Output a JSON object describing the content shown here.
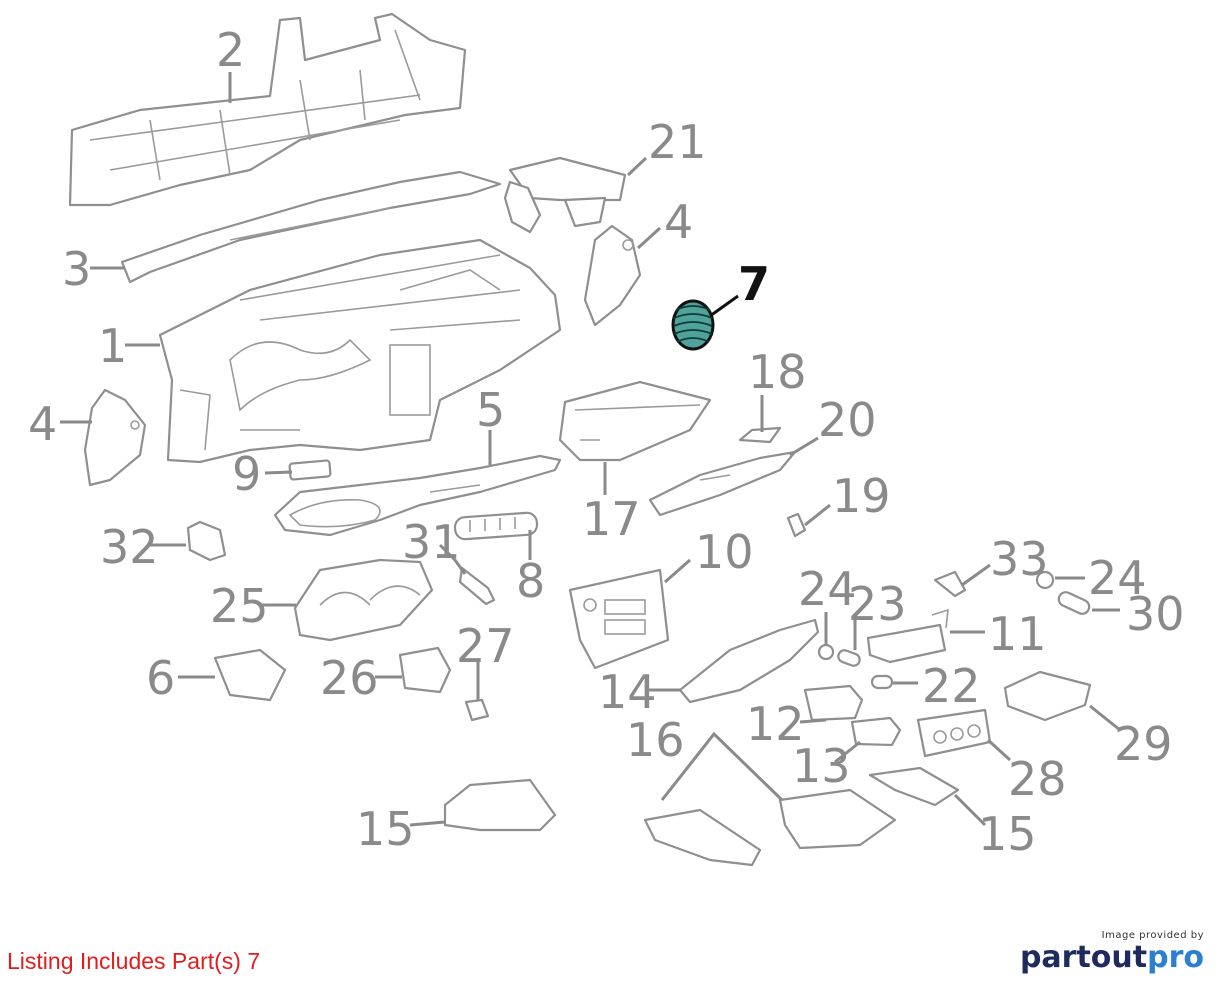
{
  "callouts": [
    {
      "id": "c2",
      "label": "2",
      "highlighted": false
    },
    {
      "id": "c21",
      "label": "21",
      "highlighted": false
    },
    {
      "id": "c4a",
      "label": "4",
      "highlighted": false
    },
    {
      "id": "c7",
      "label": "7",
      "highlighted": true
    },
    {
      "id": "c3",
      "label": "3",
      "highlighted": false
    },
    {
      "id": "c1",
      "label": "1",
      "highlighted": false
    },
    {
      "id": "c18",
      "label": "18",
      "highlighted": false
    },
    {
      "id": "c4b",
      "label": "4",
      "highlighted": false
    },
    {
      "id": "c5",
      "label": "5",
      "highlighted": false
    },
    {
      "id": "c20",
      "label": "20",
      "highlighted": false
    },
    {
      "id": "c9",
      "label": "9",
      "highlighted": false
    },
    {
      "id": "c17",
      "label": "17",
      "highlighted": false
    },
    {
      "id": "c19",
      "label": "19",
      "highlighted": false
    },
    {
      "id": "c32",
      "label": "32",
      "highlighted": false
    },
    {
      "id": "c31",
      "label": "31",
      "highlighted": false
    },
    {
      "id": "c10",
      "label": "10",
      "highlighted": false
    },
    {
      "id": "c33",
      "label": "33",
      "highlighted": false
    },
    {
      "id": "c8",
      "label": "8",
      "highlighted": false
    },
    {
      "id": "c24a",
      "label": "24",
      "highlighted": false
    },
    {
      "id": "c24b",
      "label": "24",
      "highlighted": false
    },
    {
      "id": "c25",
      "label": "25",
      "highlighted": false
    },
    {
      "id": "c23",
      "label": "23",
      "highlighted": false
    },
    {
      "id": "c30",
      "label": "30",
      "highlighted": false
    },
    {
      "id": "c11",
      "label": "11",
      "highlighted": false
    },
    {
      "id": "c27",
      "label": "27",
      "highlighted": false
    },
    {
      "id": "c6",
      "label": "6",
      "highlighted": false
    },
    {
      "id": "c26",
      "label": "26",
      "highlighted": false
    },
    {
      "id": "c22",
      "label": "22",
      "highlighted": false
    },
    {
      "id": "c14",
      "label": "14",
      "highlighted": false
    },
    {
      "id": "c12",
      "label": "12",
      "highlighted": false
    },
    {
      "id": "c29",
      "label": "29",
      "highlighted": false
    },
    {
      "id": "c16",
      "label": "16",
      "highlighted": false
    },
    {
      "id": "c13",
      "label": "13",
      "highlighted": false
    },
    {
      "id": "c28",
      "label": "28",
      "highlighted": false
    },
    {
      "id": "c15a",
      "label": "15",
      "highlighted": false
    },
    {
      "id": "c15b",
      "label": "15",
      "highlighted": false
    }
  ],
  "footer": {
    "listing_text": "Listing Includes Part(s) 7",
    "brand_caption": "Image provided by",
    "brand_name_a": "partout",
    "brand_name_b": "pro"
  },
  "colors": {
    "highlight_fill": "#4fa39a",
    "line_art": "#8f8f8f",
    "listing_text": "#e21c1c",
    "brand_dark": "#1f2a5e",
    "brand_light": "#2a7fd0"
  }
}
